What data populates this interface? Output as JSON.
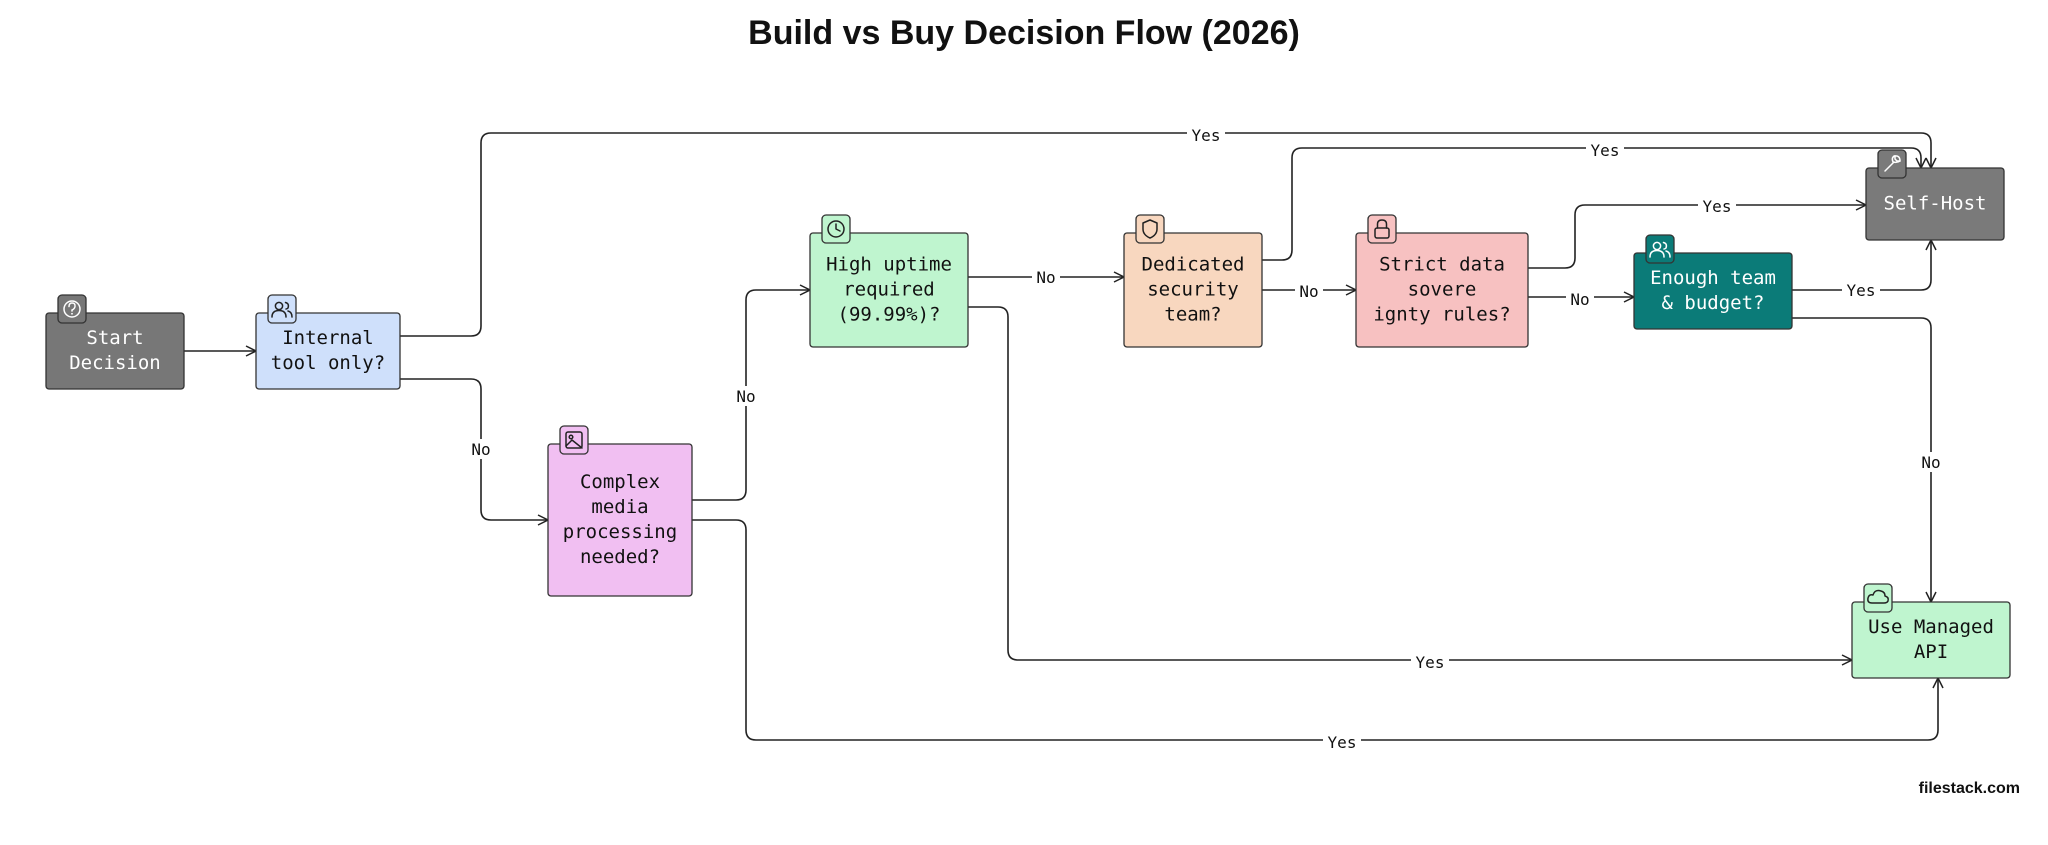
{
  "title": "Build vs Buy Decision Flow (2026)",
  "brand": "filestack.com",
  "colors": {
    "start": "#777777",
    "internal": "#cfe0fb",
    "media": "#f1bff2",
    "uptime": "#bff5cf",
    "security": "#f8d7bf",
    "sovereignty": "#f7c1c1",
    "budget": "#0b7b78",
    "selfhost": "#7a7a7a",
    "managed": "#bff5cf",
    "line": "#222222"
  },
  "nodes": [
    {
      "id": "start",
      "lines": [
        "Start",
        "Decision"
      ],
      "icon": "question-icon"
    },
    {
      "id": "internal",
      "lines": [
        "Internal",
        "tool only?"
      ],
      "icon": "users-icon"
    },
    {
      "id": "media",
      "lines": [
        "Complex",
        "media",
        "processing",
        "needed?"
      ],
      "icon": "image-icon"
    },
    {
      "id": "uptime",
      "lines": [
        "High uptime",
        "required",
        "(99.99%)?"
      ],
      "icon": "clock-icon"
    },
    {
      "id": "security",
      "lines": [
        "Dedicated",
        "security",
        "team?"
      ],
      "icon": "shield-icon"
    },
    {
      "id": "sovereignty",
      "lines": [
        "Strict data",
        "sovere",
        "ignty rules?"
      ],
      "icon": "lock-icon"
    },
    {
      "id": "budget",
      "lines": [
        "Enough team",
        "& budget?"
      ],
      "icon": "users-icon"
    },
    {
      "id": "selfhost",
      "lines": [
        "Self-Host"
      ],
      "icon": "wrench-icon"
    },
    {
      "id": "managed",
      "lines": [
        "Use Managed",
        "API"
      ],
      "icon": "cloud-icon"
    }
  ],
  "edges": [
    {
      "from": "start",
      "to": "internal",
      "label": ""
    },
    {
      "from": "internal",
      "to": "selfhost",
      "label": "Yes"
    },
    {
      "from": "internal",
      "to": "media",
      "label": "No"
    },
    {
      "from": "media",
      "to": "uptime",
      "label": "No"
    },
    {
      "from": "media",
      "to": "managed",
      "label": "Yes"
    },
    {
      "from": "uptime",
      "to": "security",
      "label": "No"
    },
    {
      "from": "uptime",
      "to": "managed",
      "label": "Yes"
    },
    {
      "from": "security",
      "to": "selfhost",
      "label": "Yes"
    },
    {
      "from": "security",
      "to": "sovereignty",
      "label": "No"
    },
    {
      "from": "sovereignty",
      "to": "selfhost",
      "label": "Yes"
    },
    {
      "from": "sovereignty",
      "to": "budget",
      "label": "No"
    },
    {
      "from": "budget",
      "to": "selfhost",
      "label": "Yes"
    },
    {
      "from": "budget",
      "to": "managed",
      "label": "No"
    }
  ]
}
